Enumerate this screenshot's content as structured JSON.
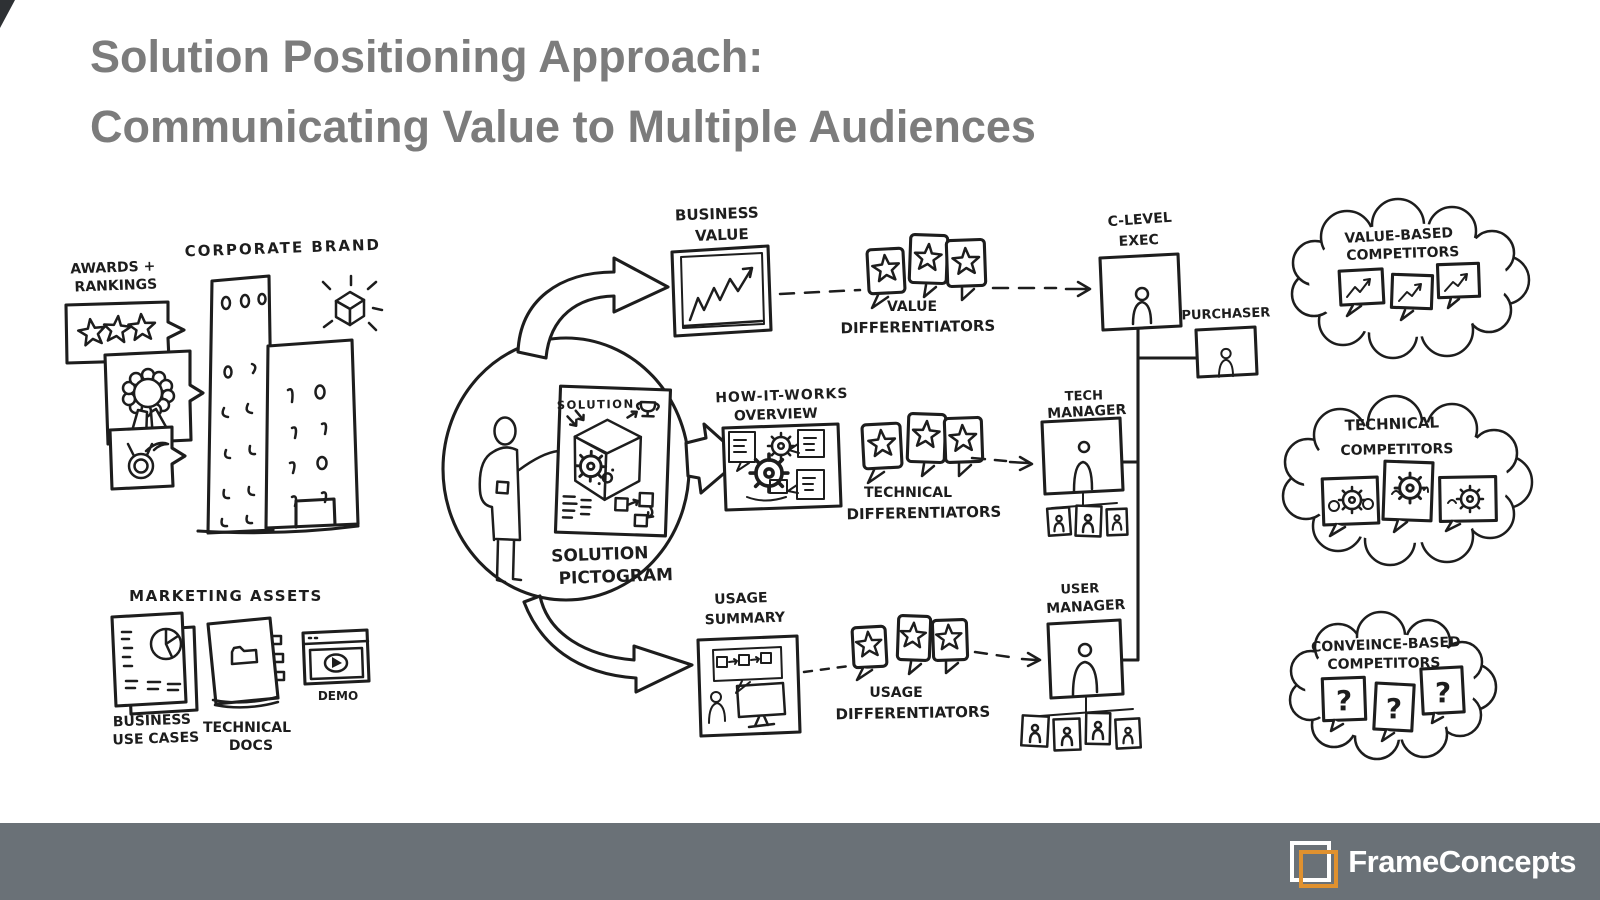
{
  "slide": {
    "title": {
      "line1": "Solution Positioning Approach:",
      "line2": "Communicating Value to Multiple Audiences"
    }
  },
  "sources": {
    "awards": {
      "line1": "AWARDS +",
      "line2": "RANKINGS"
    },
    "corporate_brand": "CORPORATE BRAND",
    "marketing": {
      "heading": "MARKETING ASSETS",
      "business_use_cases": {
        "line1": "BUSINESS",
        "line2": "USE CASES"
      },
      "technical_docs": {
        "line1": "TECHNICAL",
        "line2": "DOCS"
      },
      "demo": "DEMO"
    }
  },
  "center": {
    "poster_title": "SOLUTION",
    "caption": {
      "line1": "SOLUTION",
      "line2": "PICTOGRAM"
    }
  },
  "rows": {
    "business_value": {
      "line1": "BUSINESS",
      "line2": "VALUE"
    },
    "how_it_works": {
      "line1": "HOW-IT-WORKS",
      "line2": "OVERVIEW"
    },
    "usage_summary": {
      "line1": "USAGE",
      "line2": "SUMMARY"
    },
    "value_differentiators": {
      "line1": "VALUE",
      "line2": "DIFFERENTIATORS"
    },
    "technical_differentiators": {
      "line1": "TECHNICAL",
      "line2": "DIFFERENTIATORS"
    },
    "usage_differentiators": {
      "line1": "USAGE",
      "line2": "DIFFERENTIATORS"
    }
  },
  "audiences": {
    "c_level": {
      "line1": "C-LEVEL",
      "line2": "EXEC"
    },
    "purchaser": "PURCHASER",
    "tech_manager": {
      "line1": "TECH",
      "line2": "MANAGER"
    },
    "user_manager": {
      "line1": "USER",
      "line2": "MANAGER"
    }
  },
  "competitors": {
    "value_based": {
      "line1": "VALUE-BASED",
      "line2": "COMPETITORS"
    },
    "technical": {
      "line1": "TECHNICAL",
      "line2": "COMPETITORS"
    },
    "convenience": {
      "line1": "CONVEINCE-BASED",
      "line2": "COMPETITORS"
    },
    "unknown_glyph": "?"
  },
  "footer": {
    "brand": "FrameConcepts"
  },
  "colors": {
    "title_gray": "#7c7c7c",
    "ink": "#1d1d1d",
    "footer_bar": "#6a7177",
    "logo_orange": "#e0912f"
  }
}
